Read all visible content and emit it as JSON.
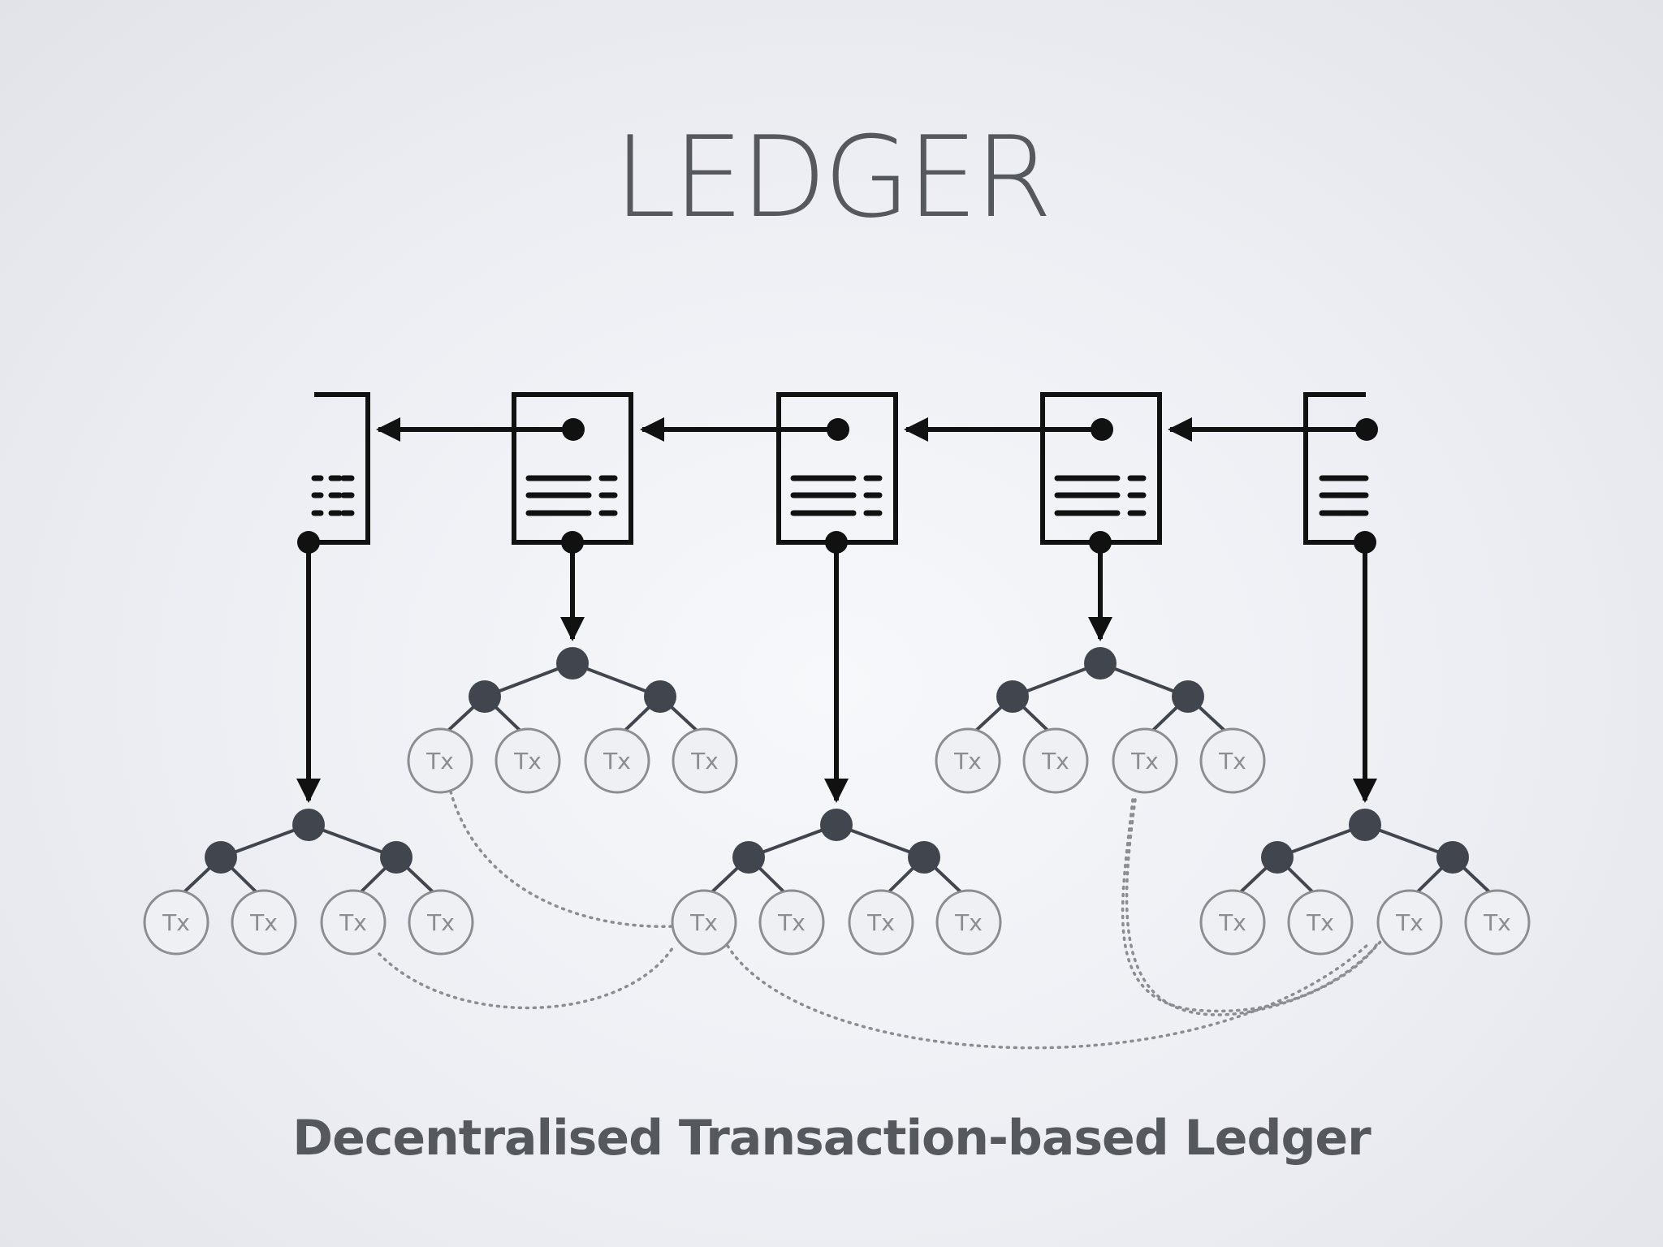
{
  "slide": {
    "title": "LEDGER",
    "caption": "Decentralised Transaction-based Ledger"
  },
  "diagram": {
    "blocks": [
      {
        "id": "block-1",
        "kind": "partial-left"
      },
      {
        "id": "block-2",
        "kind": "full"
      },
      {
        "id": "block-3",
        "kind": "full"
      },
      {
        "id": "block-4",
        "kind": "full"
      },
      {
        "id": "block-5",
        "kind": "partial-right"
      }
    ],
    "trees": [
      {
        "block": "block-1",
        "level": "low",
        "leaves": [
          "Tx",
          "Tx",
          "Tx",
          "Tx"
        ]
      },
      {
        "block": "block-2",
        "level": "high",
        "leaves": [
          "Tx",
          "Tx",
          "Tx",
          "Tx"
        ]
      },
      {
        "block": "block-3",
        "level": "low",
        "leaves": [
          "Tx",
          "Tx",
          "Tx",
          "Tx"
        ]
      },
      {
        "block": "block-4",
        "level": "high",
        "leaves": [
          "Tx",
          "Tx",
          "Tx",
          "Tx"
        ]
      },
      {
        "block": "block-5",
        "level": "low",
        "leaves": [
          "Tx",
          "Tx",
          "Tx",
          "Tx"
        ]
      }
    ],
    "colors": {
      "block_stroke": "#111111",
      "tree_node": "#41454e",
      "tx_stroke": "#8b8d91",
      "dotted_link": "#8b8d91"
    }
  }
}
